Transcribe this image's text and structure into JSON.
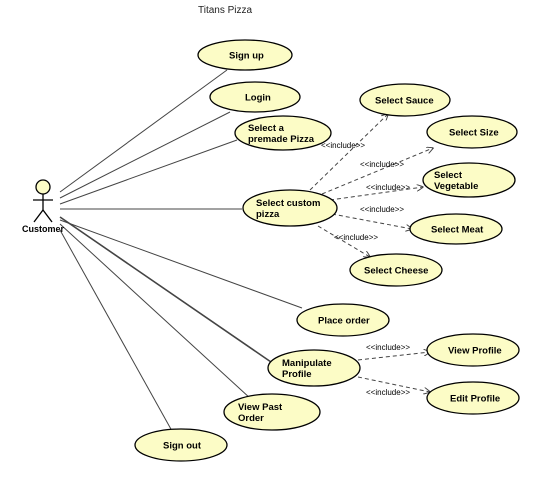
{
  "title": "Titans Pizza",
  "actor": {
    "label": "Customer"
  },
  "use_cases": {
    "sign_up": [
      "Sign up"
    ],
    "login": [
      "Login"
    ],
    "select_premade_pizza": [
      "Select a",
      "premade Pizza"
    ],
    "select_custom_pizza": [
      "Select custom",
      "pizza"
    ],
    "select_sauce": [
      "Select Sauce"
    ],
    "select_size": [
      "Select Size"
    ],
    "select_vegetable": [
      "Select",
      "Vegetable"
    ],
    "select_meat": [
      "Select Meat"
    ],
    "select_cheese": [
      "Select Cheese"
    ],
    "place_order": [
      "Place order"
    ],
    "manipulate_profile": [
      "Manipulate",
      "Profile"
    ],
    "view_profile": [
      "View Profile"
    ],
    "edit_profile": [
      "Edit Profile"
    ],
    "view_past_order": [
      "View Past",
      "Order"
    ],
    "sign_out": [
      "Sign out"
    ]
  },
  "relation_label": "<<include>>",
  "colors": {
    "use_case_fill": "#fcfcc6",
    "stroke": "#000000",
    "line": "#444444"
  }
}
